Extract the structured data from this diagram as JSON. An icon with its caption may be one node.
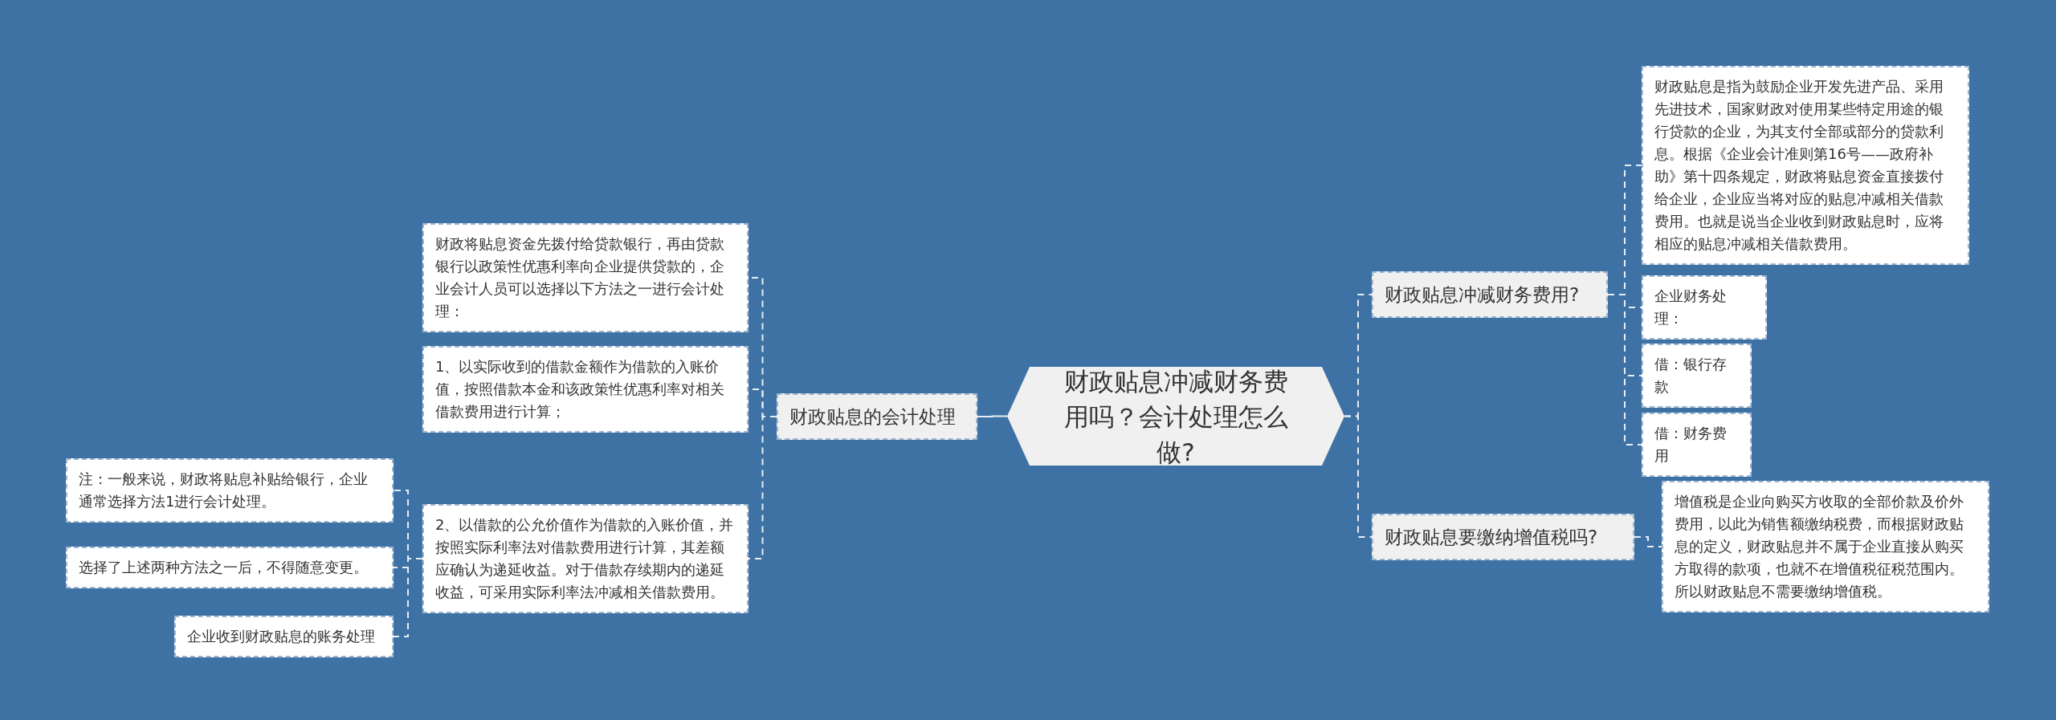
{
  "diagram": {
    "nodes": [
      {
        "text": [
          "财政贴息冲减财务费用吗？会计处理怎么做?"
        ]
      },
      {
        "text": [
          "财政贴息的会计处理"
        ]
      },
      {
        "text": [
          "财政将贴息资金先拨付给贷款银行，再由贷款银行以政策性优惠利率向企业提供贷款的，企业会计人员可以选择以下方法之一进行会计处理："
        ]
      },
      {
        "text": [
          "1、以实际收到的借款金额作为借款的入账价值，按照借款本金和该政策性优惠利率对相关借款费用进行计算；"
        ]
      },
      {
        "text": [
          "2、以借款的公允价值作为借款的入账价值，并按照实际利率法对借款费用进行计算，其差额应确认为递延收益。对于借款存续期内的递延收益，可采用实际利率法冲减相关借款费用。"
        ]
      },
      {
        "text": [
          "注：一般来说，财政将贴息补贴给银行，企业通常选择方法1进行会计处理。"
        ]
      },
      {
        "text": [
          "选择了上述两种方法之一后，不得随意变更。"
        ]
      },
      {
        "text": [
          "企业收到财政贴息的账务处理"
        ]
      },
      {
        "text": [
          "财政贴息冲减财务费用?"
        ]
      },
      {
        "text": [
          "财政贴息是指为鼓励企业开发先进产品、采用先进技术，国家财政对使用某些特定用途的银行贷款的企业，为其支付全部或部分的贷款利息。根据《企业会计准则第16号——政府补助》第十四条规定，财政将贴息资金直接拨付给企业，企业应当将对应的贴息冲减相关借款费用。也就是说当企业收到财政贴息时，应将相应的贴息冲减相关借款费用。"
        ]
      },
      {
        "text": [
          "企业财务处理："
        ]
      },
      {
        "text": [
          "借：银行存款"
        ]
      },
      {
        "text": [
          "借：财务费用"
        ]
      },
      {
        "text": [
          "财政贴息要缴纳增值税吗?"
        ]
      },
      {
        "text": [
          "增值税是企业向购买方收取的全部价款及价外费用，以此为销售额缴纳税费，而根据财政贴息的定义，财政贴息并不属于企业直接从购买方取得的款项，也就不在增值税征税范围内。所以财政贴息不需要缴纳增值税。"
        ]
      }
    ],
    "edges": [
      {
        "from": 0,
        "to": 1,
        "arrow": "none"
      },
      {
        "from": 1,
        "to": 2,
        "arrow": "none",
        "style": "dashed"
      },
      {
        "from": 1,
        "to": 3,
        "arrow": "none",
        "style": "dashed"
      },
      {
        "from": 1,
        "to": 4,
        "arrow": "none",
        "style": "dashed"
      },
      {
        "from": 4,
        "to": 5,
        "arrow": "none",
        "style": "dashed"
      },
      {
        "from": 4,
        "to": 6,
        "arrow": "none",
        "style": "dashed"
      },
      {
        "from": 4,
        "to": 7,
        "arrow": "none",
        "style": "dashed"
      },
      {
        "from": 0,
        "to": 8,
        "arrow": "none",
        "style": "dashed"
      },
      {
        "from": 0,
        "to": 13,
        "arrow": "none",
        "style": "dashed"
      },
      {
        "from": 8,
        "to": 9,
        "arrow": "none",
        "style": "dashed"
      },
      {
        "from": 8,
        "to": 10,
        "arrow": "none",
        "style": "dashed"
      },
      {
        "from": 8,
        "to": 11,
        "arrow": "none",
        "style": "dashed"
      },
      {
        "from": 8,
        "to": 12,
        "arrow": "none",
        "style": "dashed"
      },
      {
        "from": 13,
        "to": 14,
        "arrow": "none",
        "style": "dashed"
      }
    ]
  }
}
